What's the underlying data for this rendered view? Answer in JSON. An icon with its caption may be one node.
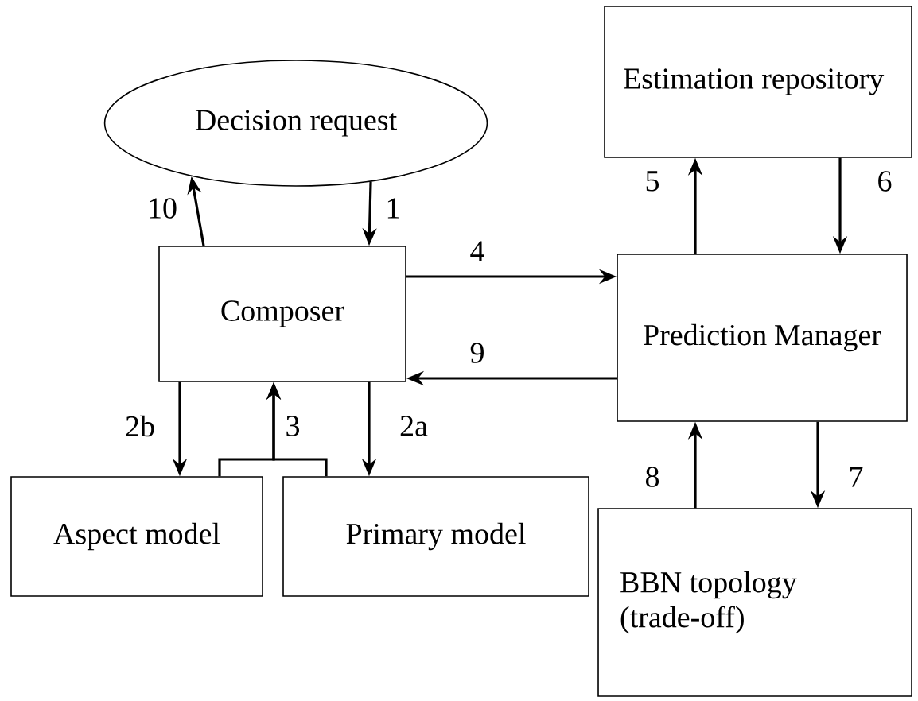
{
  "diagram": {
    "nodes": [
      {
        "text": [
          "Decision request"
        ]
      },
      {
        "text": [
          "Composer"
        ]
      },
      {
        "text": [
          "Estimation repository"
        ]
      },
      {
        "text": [
          "Prediction Manager"
        ]
      },
      {
        "text": [
          "Aspect model"
        ]
      },
      {
        "text": [
          "Primary model"
        ]
      },
      {
        "text": [
          "BBN topology (trade-off)"
        ]
      }
    ],
    "edges": [
      {
        "from": 1,
        "to": 0,
        "arrow": "to",
        "label": "10"
      },
      {
        "from": 0,
        "to": 1,
        "arrow": "to",
        "label": "1"
      },
      {
        "from": 1,
        "to": 3,
        "arrow": "to",
        "label": "4"
      },
      {
        "from": 3,
        "to": 1,
        "arrow": "to",
        "label": "9"
      },
      {
        "from": 3,
        "to": 2,
        "arrow": "to",
        "label": "5"
      },
      {
        "from": 2,
        "to": 3,
        "arrow": "to",
        "label": "6"
      },
      {
        "from": 1,
        "to": 4,
        "arrow": "to",
        "label": "2b"
      },
      {
        "from": 1,
        "to": 5,
        "arrow": "to",
        "label": "2a"
      },
      {
        "from": 4,
        "to": 1,
        "arrow": "to",
        "label": "3"
      },
      {
        "from": 5,
        "to": 1,
        "arrow": "to"
      },
      {
        "from": 3,
        "to": 6,
        "arrow": "to",
        "label": "7"
      },
      {
        "from": 6,
        "to": 3,
        "arrow": "to",
        "label": "8"
      }
    ]
  }
}
